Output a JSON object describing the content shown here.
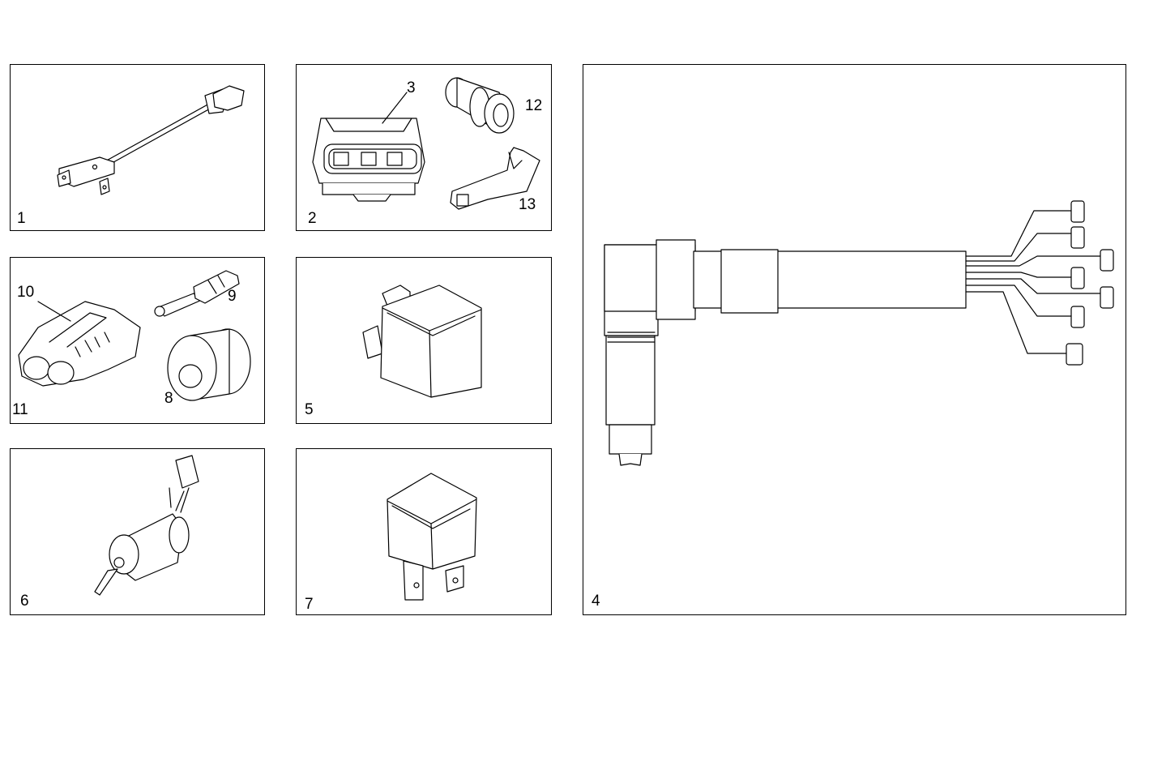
{
  "panels": {
    "p1": {
      "labels": [
        "1"
      ]
    },
    "p2": {
      "labels": [
        "2",
        "3",
        "12",
        "13"
      ]
    },
    "p11": {
      "labels": [
        "10",
        "9",
        "11",
        "8"
      ]
    },
    "p5": {
      "labels": [
        "5"
      ]
    },
    "p6": {
      "labels": [
        "6"
      ]
    },
    "p7": {
      "labels": [
        "7"
      ]
    },
    "p4": {
      "labels": [
        "4"
      ]
    }
  },
  "icons": {
    "p1": "sensor-with-cable-icon",
    "p2_connector": "three-pin-connector-icon",
    "p2_seal": "rubber-seal-icon",
    "p2_terminal": "crimp-terminal-icon",
    "p11_connector": "two-way-connector-icon",
    "p11_terminal": "blade-terminal-icon",
    "p11_seal": "grommet-icon",
    "p5": "relay-with-mounting-tab-icon",
    "p6": "solenoid-switch-icon",
    "p7": "relay-icon",
    "p4": "wiring-harness-icon"
  }
}
